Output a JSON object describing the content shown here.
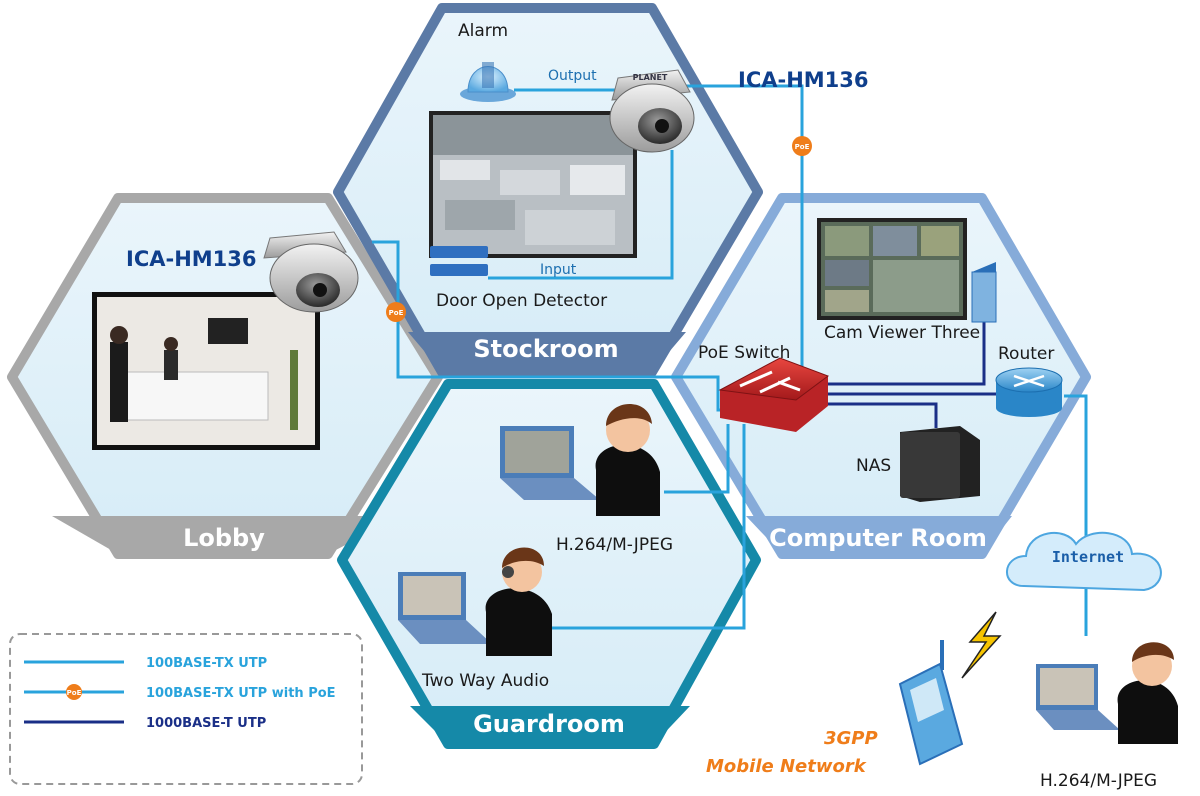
{
  "zones": {
    "stockroom": "Stockroom",
    "lobby": "Lobby",
    "guardroom": "Guardroom",
    "computer_room": "Computer Room"
  },
  "devices": {
    "camera_top_model": "ICA-HM136",
    "camera_left_model": "ICA-HM136",
    "camera_brand": "PLANET",
    "alarm": "Alarm",
    "output": "Output",
    "input": "Input",
    "door_detector": "Door Open Detector",
    "poe_switch": "PoE Switch",
    "cam_viewer": "Cam Viewer Three",
    "router": "Router",
    "nas": "NAS",
    "internet": "Internet",
    "guard_top": "H.264/M-JPEG",
    "guard_bottom": "Two Way Audio",
    "remote_user": "H.264/M-JPEG",
    "mobile_line1": "3GPP",
    "mobile_line2": "Mobile Network",
    "poe_badge": "PoE"
  },
  "legend": {
    "items": [
      {
        "label": "100BASE-TX UTP",
        "color": "#29a3dc"
      },
      {
        "label": "100BASE-TX UTP with PoE",
        "color": "#29a3dc"
      },
      {
        "label": "1000BASE-T UTP",
        "color": "#1a2f87"
      }
    ]
  },
  "colors": {
    "stockroom": "#5b7aa6",
    "lobby": "#a8a8a8",
    "guardroom": "#1589a8",
    "computer_room": "#86abd9",
    "utp": "#29a3dc",
    "gigabit": "#1a2f87",
    "poe": "#ef7d1a"
  }
}
